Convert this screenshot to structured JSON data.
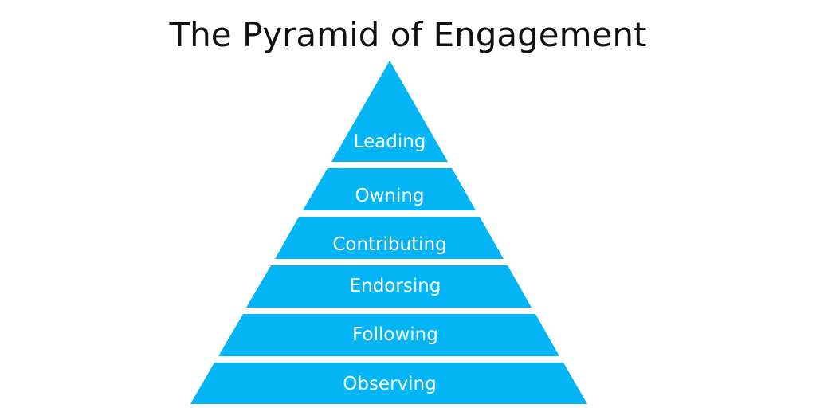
{
  "title": "The Pyramid of Engagement",
  "colors": {
    "level_fill": "#03b5f5",
    "title_text": "#111111",
    "label_text": "#ffffff",
    "background": "#ffffff"
  },
  "levels": [
    {
      "label": "Leading"
    },
    {
      "label": "Owning"
    },
    {
      "label": "Contributing"
    },
    {
      "label": "Endorsing"
    },
    {
      "label": "Following"
    },
    {
      "label": "Observing"
    }
  ]
}
